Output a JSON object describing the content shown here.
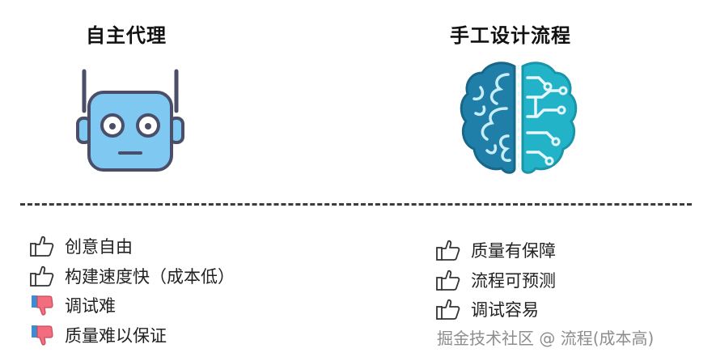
{
  "left": {
    "heading": "自主代理",
    "illustration_icon": "robot-icon",
    "items": [
      {
        "icon": "thumbs-up-icon",
        "text": "创意自由"
      },
      {
        "icon": "thumbs-up-icon",
        "text": "构建速度快（成本低）"
      },
      {
        "icon": "thumbs-down-icon",
        "text": "调试难"
      },
      {
        "icon": "thumbs-down-icon",
        "text": "质量难以保证"
      }
    ]
  },
  "right": {
    "heading": "手工设计流程",
    "illustration_icon": "brain-circuit-icon",
    "items": [
      {
        "icon": "thumbs-up-icon",
        "text": "质量有保障"
      },
      {
        "icon": "thumbs-up-icon",
        "text": "流程可预测"
      },
      {
        "icon": "thumbs-up-icon",
        "text": "调试容易"
      }
    ]
  },
  "watermark": "掘金技术社区 @ 流程(成本高)",
  "colors": {
    "robot_face": "#7ec8f2",
    "robot_outline": "#4a4e69",
    "brain_left": "#1f7fa8",
    "brain_right": "#22b3c9",
    "thumbs_down": "#f26d7d",
    "thumbs_down_cuff": "#3b8bd6"
  }
}
